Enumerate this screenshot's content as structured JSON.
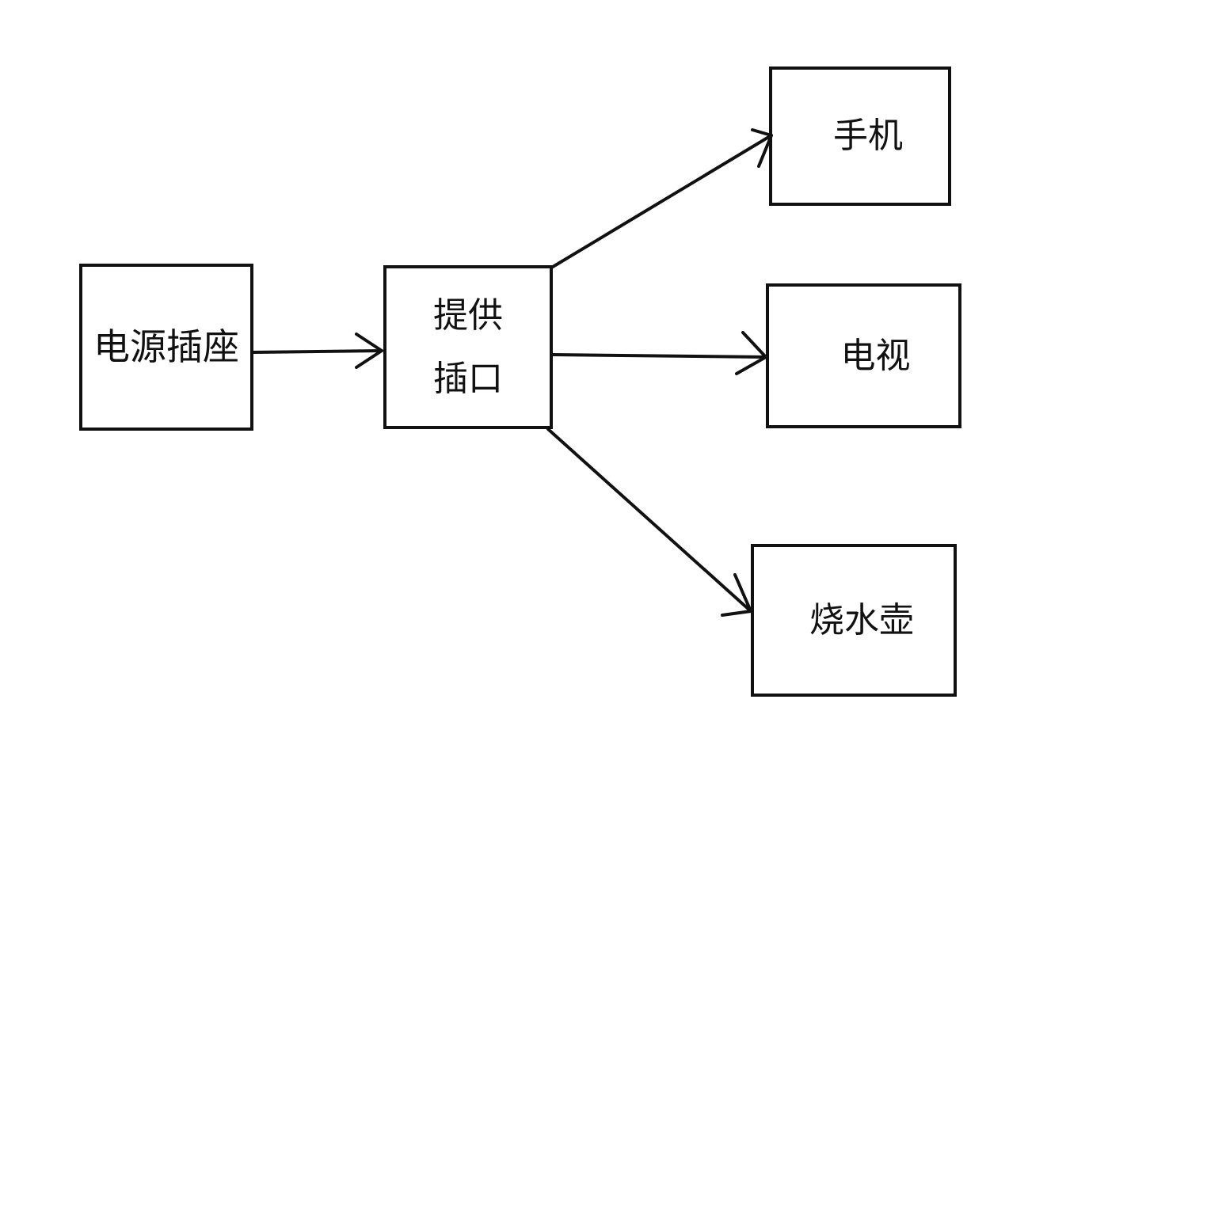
{
  "diagram": {
    "nodes": {
      "source": {
        "label": "电源插座"
      },
      "hub": {
        "label_line1": "提供",
        "label_line2": "插口"
      },
      "phone": {
        "label": "手机"
      },
      "tv": {
        "label": "电视"
      },
      "kettle": {
        "label": "烧水壶"
      }
    },
    "edges": [
      {
        "from": "source",
        "to": "hub"
      },
      {
        "from": "hub",
        "to": "phone"
      },
      {
        "from": "hub",
        "to": "tv"
      },
      {
        "from": "hub",
        "to": "kettle"
      }
    ],
    "colors": {
      "stroke": "#111111",
      "background": "#ffffff"
    }
  }
}
